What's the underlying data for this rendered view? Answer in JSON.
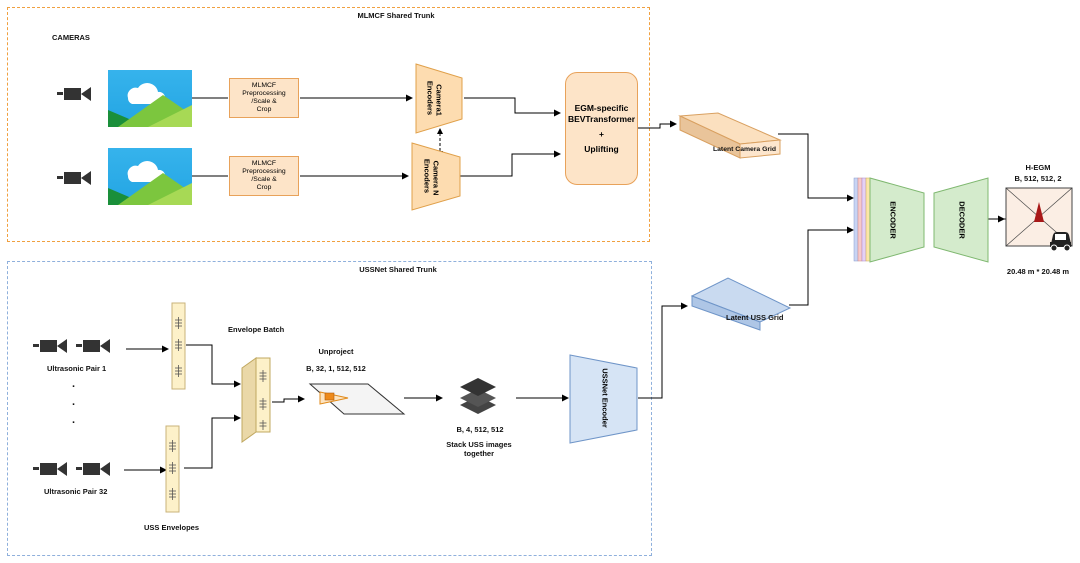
{
  "trunks": {
    "mlmcf_title": "MLMCF Shared Trunk",
    "ussnet_title": "USSNet Shared Trunk"
  },
  "cameras": {
    "section_label": "CAMERAS",
    "preprocess_label_1": "MLMCF\nPreprocessing\n/Scale &\nCrop",
    "preprocess_label_2": "MLMCF\nPreprocessing\n/Scale &\nCrop",
    "encoder_1": "Camera1\nEncoders",
    "encoder_n": "Camera N\nEncoders",
    "bev_title": "EGM-specific\nBEVTransformer",
    "bev_plus": "+",
    "bev_uplift": "Uplifting",
    "latent_camera_grid": "Latent Camera Grid"
  },
  "uss": {
    "pair_1": "Ultrasonic Pair 1",
    "pair_32": "Ultrasonic Pair 32",
    "dots": [
      ".",
      ".",
      "."
    ],
    "envelopes_label": "USS Envelopes",
    "envelope_batch": "Envelope Batch",
    "unproject": "Unproject",
    "unproject_shape": "B, 32, 1, 512, 512",
    "stack_shape": "B, 4, 512, 512",
    "stack_label": "Stack USS images\ntogether",
    "encoder": "USSNet Encoder",
    "latent_uss_grid": "Latent USS Grid"
  },
  "output": {
    "encoder": "ENCODER",
    "decoder": "DECODER",
    "title": "H-EGM",
    "shape": "B, 512, 512, 2",
    "size": "20.48 m * 20.48 m"
  },
  "colors": {
    "orange_dash": "#f0a040",
    "blue_dash": "#8fb0dc",
    "orange_fill": "#fde4c8",
    "camera_encoder_fill": "#fddcb0",
    "uss_encoder_fill": "#d6e4f5",
    "green_fill": "#d4ebcc",
    "envelope_fill": "#fdf1c9"
  },
  "icons": [
    "camera-icon",
    "image-icon",
    "ultrasonic-sensor-icon",
    "layers-stack-icon",
    "vehicle-icon"
  ]
}
